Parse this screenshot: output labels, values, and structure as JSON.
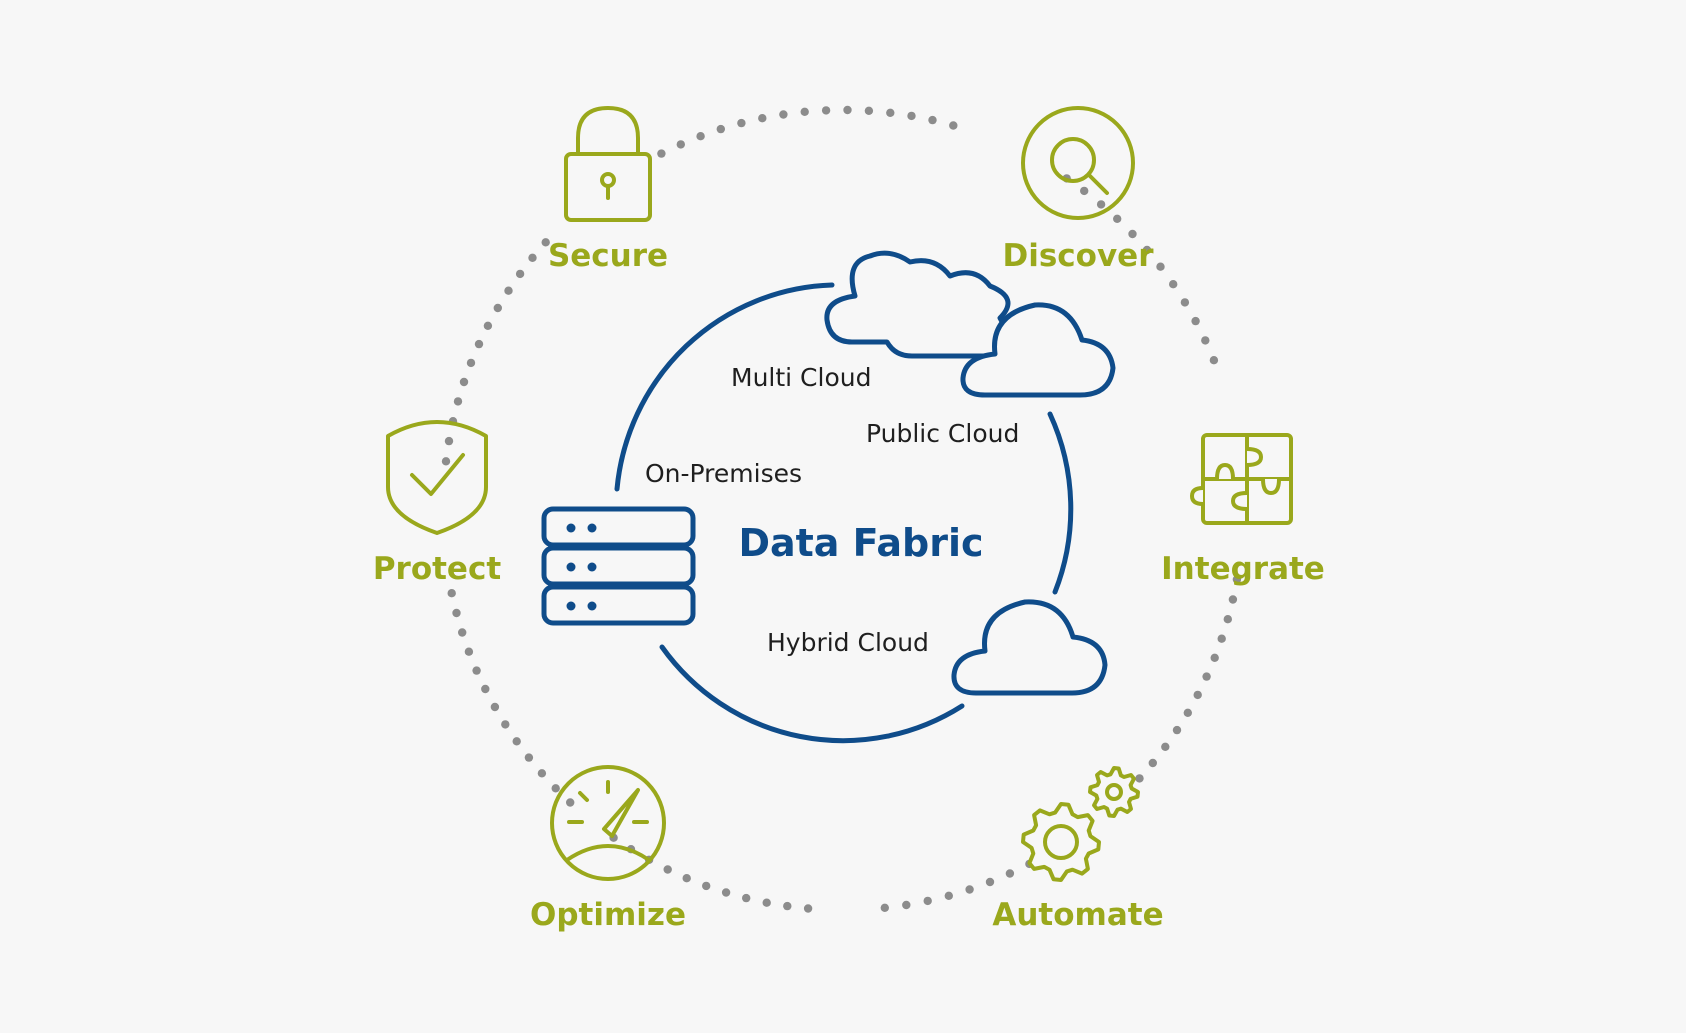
{
  "center": {
    "title": "Data Fabric"
  },
  "environments": {
    "multi_cloud": "Multi Cloud",
    "public_cloud": "Public Cloud",
    "on_premises": "On-Premises",
    "hybrid_cloud": "Hybrid Cloud"
  },
  "capabilities": {
    "secure": {
      "label": "Secure",
      "icon": "padlock-icon"
    },
    "discover": {
      "label": "Discover",
      "icon": "magnifier-icon"
    },
    "protect": {
      "label": "Protect",
      "icon": "shield-check-icon"
    },
    "integrate": {
      "label": "Integrate",
      "icon": "puzzle-icon"
    },
    "optimize": {
      "label": "Optimize",
      "icon": "speedometer-icon"
    },
    "automate": {
      "label": "Automate",
      "icon": "gears-icon"
    }
  },
  "colors": {
    "accent_green": "#9aa81c",
    "fabric_blue": "#0f4c8a",
    "dots_gray": "#8c8c8c",
    "background": "#f7f7f7"
  }
}
